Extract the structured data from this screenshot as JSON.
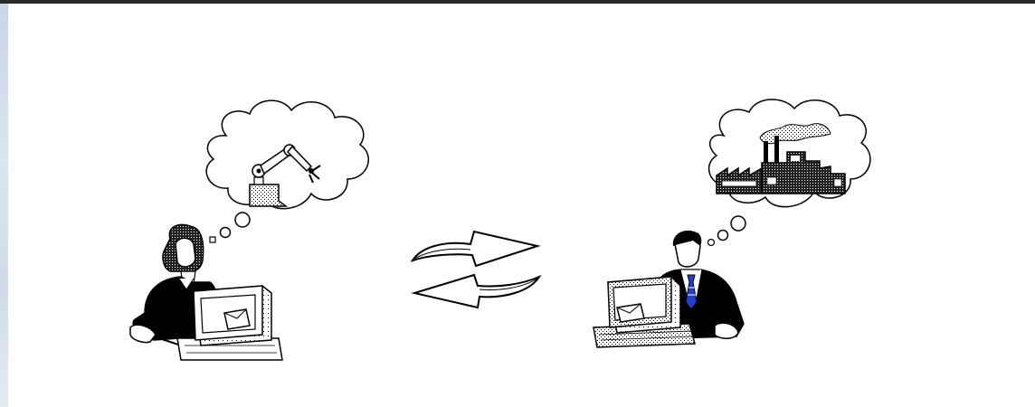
{
  "diagram": {
    "left_person": {
      "role": "woman-at-computer",
      "thought": "robot-arm"
    },
    "right_person": {
      "role": "man-at-computer",
      "thought": "factory"
    },
    "exchange": {
      "top_arrow": "right",
      "bottom_arrow": "left"
    },
    "colors": {
      "ink": "#000000",
      "paper": "#ffffff",
      "tie": "#1f3fd0",
      "border_top": "#2a2a2a",
      "side_strip": "#d4dfeb"
    }
  }
}
